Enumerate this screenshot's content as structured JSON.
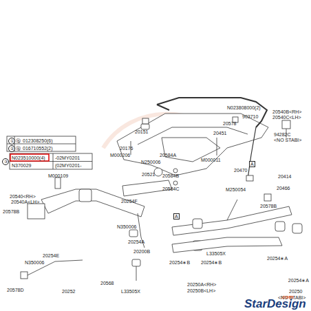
{
  "diagram": {
    "labels": [
      "20151",
      "①",
      "Ⓑ",
      "012308250(6)",
      "②",
      "Ⓑ",
      "016710552(2)",
      "③",
      "N023510000(4)",
      "-02MY0201",
      "N370029",
      "(02MY0201-",
      "20176",
      "M000206",
      "20451",
      "N023808000(2)",
      "903710",
      "20578",
      "20540B<RH>",
      "20540C<LH>",
      "94282C",
      "<NO STABI>",
      "20584A",
      "N250006",
      "M000011",
      "20521",
      "20584B",
      "20584C",
      "20470",
      "20414",
      "20466",
      "M250054",
      "A",
      "A",
      "20254F",
      "M000109",
      "20540<RH>",
      "20540A<LH>",
      "20578B",
      "N350006",
      "20254E",
      "20578D",
      "20252",
      "N350006",
      "20254A",
      "20200B",
      "20254∗B",
      "20254∗B",
      "L33505X",
      "20568",
      "L33505X",
      "20250A<RH>",
      "20250B<LH>",
      "20254∗A",
      "20254∗A",
      "20250",
      "<NO STABI>",
      "20578B",
      "StarDesign",
      ".com"
    ]
  }
}
